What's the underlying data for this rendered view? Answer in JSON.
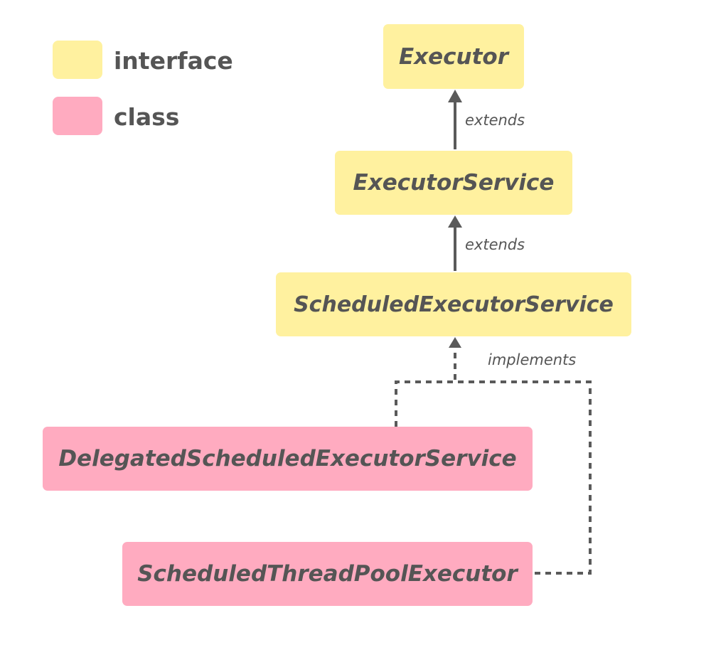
{
  "legend": {
    "interface": {
      "label": "interface",
      "color": "#fff19f"
    },
    "class": {
      "label": "class",
      "color": "#ffabc0"
    }
  },
  "nodes": {
    "executor": {
      "label": "Executor",
      "kind": "interface"
    },
    "executor_service": {
      "label": "ExecutorService",
      "kind": "interface"
    },
    "scheduled_executor_service": {
      "label": "ScheduledExecutorService",
      "kind": "interface"
    },
    "delegated_scheduled_executor_service": {
      "label": "DelegatedScheduledExecutorService",
      "kind": "class"
    },
    "scheduled_thread_pool_executor": {
      "label": "ScheduledThreadPoolExecutor",
      "kind": "class"
    }
  },
  "edges": {
    "extends_1": {
      "label": "extends",
      "from": "ExecutorService",
      "to": "Executor",
      "style": "solid"
    },
    "extends_2": {
      "label": "extends",
      "from": "ScheduledExecutorService",
      "to": "ExecutorService",
      "style": "solid"
    },
    "implements": {
      "label": "implements",
      "from": [
        "DelegatedScheduledExecutorService",
        "ScheduledThreadPoolExecutor"
      ],
      "to": "ScheduledExecutorService",
      "style": "dashed"
    }
  },
  "colors": {
    "text": "#555555",
    "arrow": "#5a5a5a"
  }
}
